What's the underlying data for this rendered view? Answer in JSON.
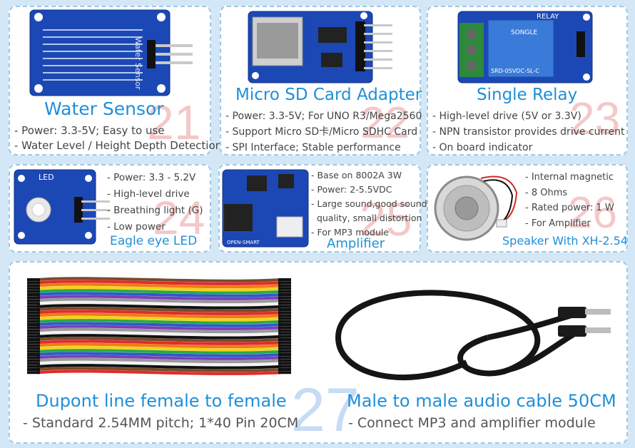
{
  "cards": [
    {
      "id": "water-sensor",
      "number": "21",
      "title": "Water Sensor",
      "features": [
        "- Power: 3.3-5V; Easy to use",
        "- Water Level / Height Depth Detection"
      ],
      "image_labels": {
        "board_text": "Water Sensor"
      }
    },
    {
      "id": "micro-sd",
      "number": "22",
      "title": "Micro SD Card Adapter",
      "features": [
        "- Power: 3.3-5V;   For UNO R3/Mega2560",
        "- Support Micro SD卡/Micro SDHC Card",
        "- SPI Interface; Stable performance"
      ]
    },
    {
      "id": "relay",
      "number": "23",
      "title": "Single Relay",
      "features": [
        "- High-level drive (5V or 3.3V)",
        "- NPN transistor provides drive current",
        "- On board indicator"
      ],
      "image_labels": {
        "header": "RELAY",
        "brand": "SONGLE",
        "model": "SRD-05VDC-SL-C"
      }
    },
    {
      "id": "led",
      "number": "24",
      "title": "Eagle eye LED",
      "features": [
        "- Power: 3.3 - 5.2V",
        "- High-level drive",
        "- Breathing light (G)",
        "- Low power"
      ],
      "image_labels": {
        "board": "LED"
      }
    },
    {
      "id": "amplifier",
      "number": "25",
      "title": "Amplifier",
      "features": [
        "- Base on 8002A 3W",
        "- Power: 2-5.5VDC",
        "- Large sound,good sound",
        "  quality, small distortion",
        "- For MP3 module"
      ],
      "image_labels": {
        "board": "OPEN-SMART"
      }
    },
    {
      "id": "speaker",
      "number": "26",
      "title": "Speaker With XH-2.54",
      "features": [
        "- Internal magnetic",
        "- 8 Ohms",
        "- Rated power: 1 W",
        "- For Amplifier"
      ]
    },
    {
      "id": "cables",
      "number": "27",
      "left_title": "Dupont line female to female",
      "left_desc": "- Standard 2.54MM pitch; 1*40 Pin 20CM",
      "right_title": "Male to male audio cable 50CM",
      "right_desc": "- Connect MP3 and amplifier module"
    }
  ],
  "colors": {
    "title": "#1f8fd8",
    "number": "#f4c8c8",
    "background": "#d3e7f6",
    "pcb": "#1c48b5"
  },
  "wire_colors": [
    "#7a4b2a",
    "#e12b2b",
    "#f07b18",
    "#f3d21c",
    "#2aa84a",
    "#2c59c9",
    "#7b3fb8",
    "#9a9a9a",
    "#f2f2f2",
    "#111111"
  ]
}
